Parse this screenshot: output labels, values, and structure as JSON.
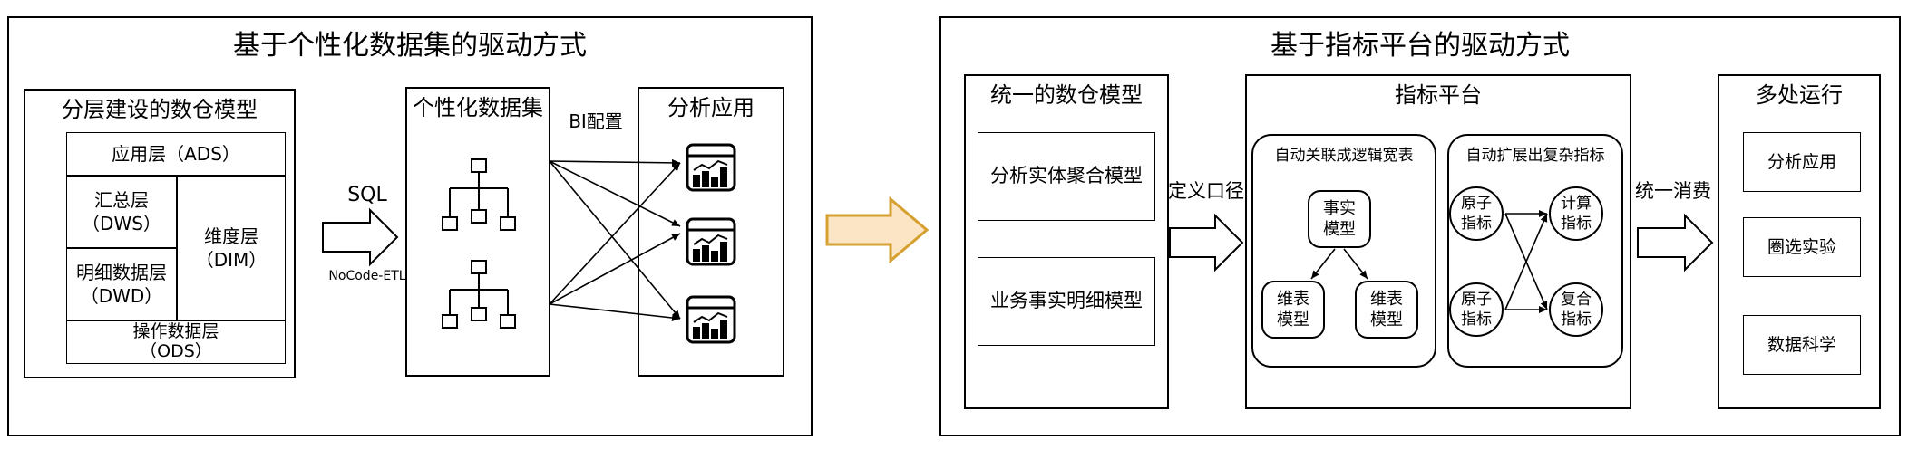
{
  "left_panel": {
    "title": "基于个性化数据集的驱动方式",
    "layered_model": {
      "title": "分层建设的数仓模型",
      "ads": "应用层（ADS）",
      "dws": "汇总层\n（DWS）",
      "dim": "维度层\n（DIM）",
      "dwd": "明细数据层\n（DWD）",
      "ods": "操作数据层\n（ODS）"
    },
    "sql_label": "SQL",
    "etl_label": "NoCode-ETL",
    "dataset_title": "个性化数据集",
    "bi_label": "BI配置",
    "analysis_title": "分析应用"
  },
  "right_panel": {
    "title": "基于指标平台的驱动方式",
    "unified_model": {
      "title": "统一的数仓模型",
      "entity_agg": "分析实体聚合模型",
      "fact_detail": "业务事实明细模型"
    },
    "define_label": "定义口径",
    "metric_platform": {
      "title": "指标平台",
      "wide_table": {
        "title": "自动关联成逻辑宽表",
        "fact_model": "事实\n模型",
        "dim_model_1": "维表\n模型",
        "dim_model_2": "维表\n模型"
      },
      "complex_metrics": {
        "title": "自动扩展出复杂指标",
        "atomic_1": "原子\n指标",
        "atomic_2": "原子\n指标",
        "computed": "计算\n指标",
        "composite": "复合\n指标"
      }
    },
    "consume_label": "统一消费",
    "multi_run": {
      "title": "多处运行",
      "items": [
        "分析应用",
        "圈选实验",
        "数据科学"
      ]
    }
  },
  "colors": {
    "transition_arrow_fill": "#fce5c4",
    "transition_arrow_stroke": "#d6a031"
  }
}
